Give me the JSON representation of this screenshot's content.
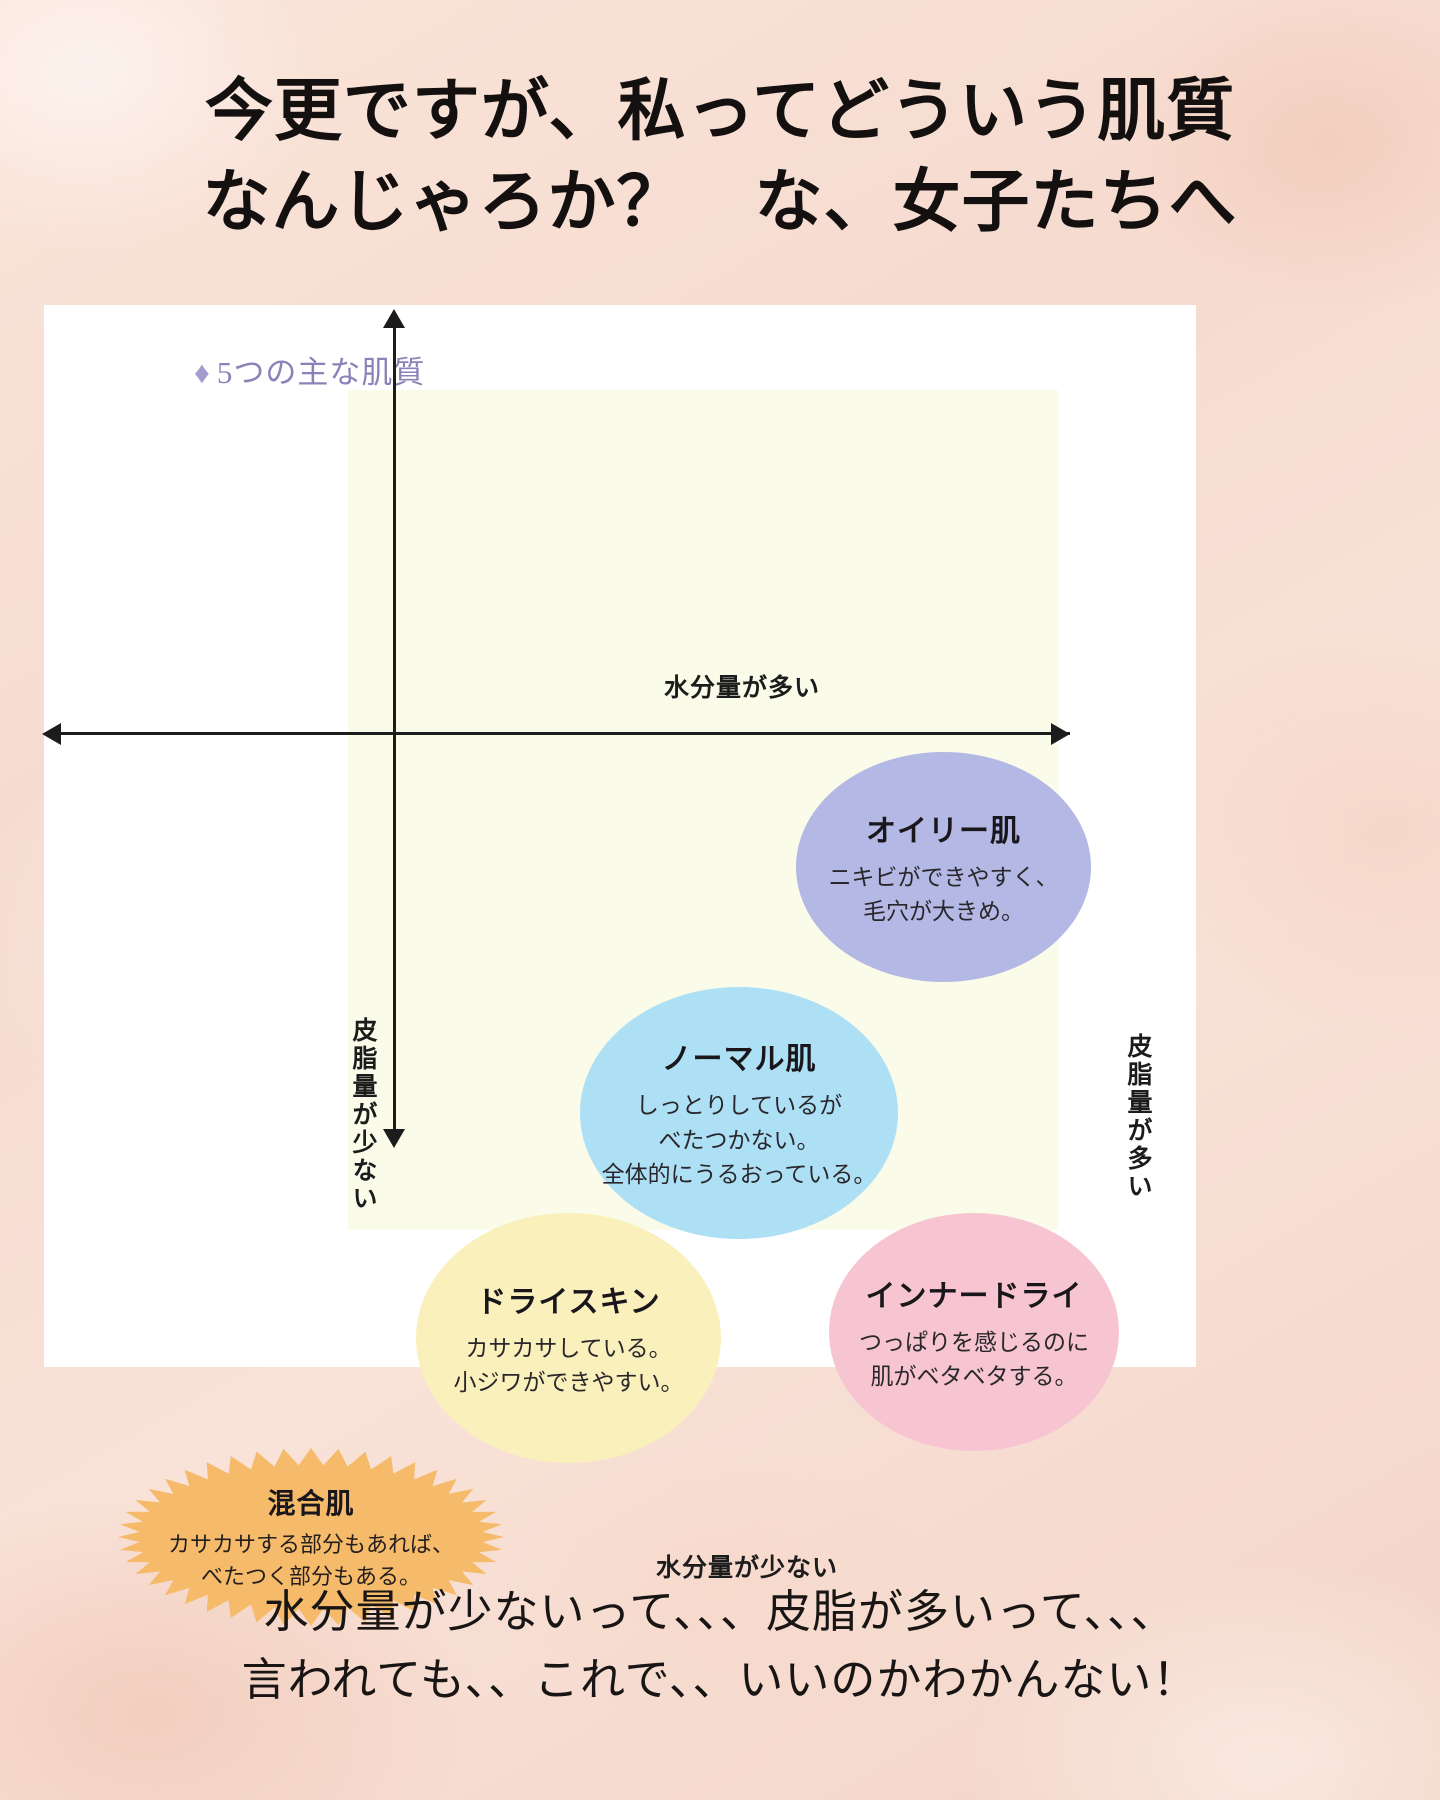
{
  "headline": "今更ですが、私ってどういう肌質\nなんじゃろか？　な、女子たちへ",
  "card": {
    "subtitle_diamond": "♦",
    "subtitle": "5つの主な肌質"
  },
  "chart_data": {
    "type": "scatter",
    "title": "5つの主な肌質",
    "xlabel_left": "皮脂量が少ない",
    "xlabel_right": "皮脂量が多い",
    "ylabel_top": "水分量が多い",
    "ylabel_bottom": "水分量が少ない",
    "axes": {
      "x": {
        "low": "皮脂量が少ない",
        "high": "皮脂量が多い"
      },
      "y": {
        "low": "水分量が少ない",
        "high": "水分量が多い"
      }
    },
    "grid": false,
    "legend": "none",
    "items": [
      {
        "name": "オイリー肌",
        "desc": "ニキビができやすく、\n毛穴が大きめ。",
        "quadrant": "high-moisture / high-sebum",
        "x": 0.72,
        "y": 0.74,
        "color": "#b3b8e4"
      },
      {
        "name": "ノーマル肌",
        "desc": "しっとりしているが\nべたつかない。\n全体的にうるおっている。",
        "quadrant": "center",
        "x": 0.5,
        "y": 0.49,
        "color": "#ade0f5"
      },
      {
        "name": "ドライスキン",
        "desc": "カサカサしている。\n小ジワができやすい。",
        "quadrant": "low-moisture / low-sebum",
        "x": 0.24,
        "y": 0.24,
        "color": "#faf0bb"
      },
      {
        "name": "インナードライ",
        "desc": "つっぱりを感じるのに\n肌がベタベタする。",
        "quadrant": "low-moisture / high-sebum",
        "x": 0.75,
        "y": 0.24,
        "color": "#f7c5d1"
      },
      {
        "name": "混合肌",
        "desc": "カサカサする部分もあれば、\nべたつく部分もある。",
        "quadrant": "outside / starburst",
        "x": -0.2,
        "y": 0.1,
        "color": "#f5bb6b"
      }
    ]
  },
  "bubbles": {
    "oily": {
      "title": "オイリー肌",
      "desc": "ニキビができやすく、\n毛穴が大きめ。"
    },
    "normal": {
      "title": "ノーマル肌",
      "desc": "しっとりしているが\nべたつかない。\n全体的にうるおっている。"
    },
    "dry": {
      "title": "ドライスキン",
      "desc": "カサカサしている。\n小ジワができやすい。"
    },
    "inner": {
      "title": "インナードライ",
      "desc": "つっぱりを感じるのに\n肌がベタベタする。"
    },
    "mixed": {
      "title": "混合肌",
      "desc": "カサカサする部分もあれば、\nべたつく部分もある。"
    }
  },
  "footer_handwritten": "水分量が少ないって、、、皮脂が多いって、、、\n言われても、、これで、、いいのかわかんない！",
  "colors": {
    "background": "#f7dcd0",
    "card": "#ffffff",
    "plot": "#fbfbe9",
    "subtitle": "#8b83b8",
    "oily": "#b3b8e4",
    "normal": "#ade0f5",
    "dry": "#faf0bb",
    "inner_dry": "#f7c5d1",
    "mixed": "#f5bb6b",
    "axis": "#1c1c1c"
  }
}
